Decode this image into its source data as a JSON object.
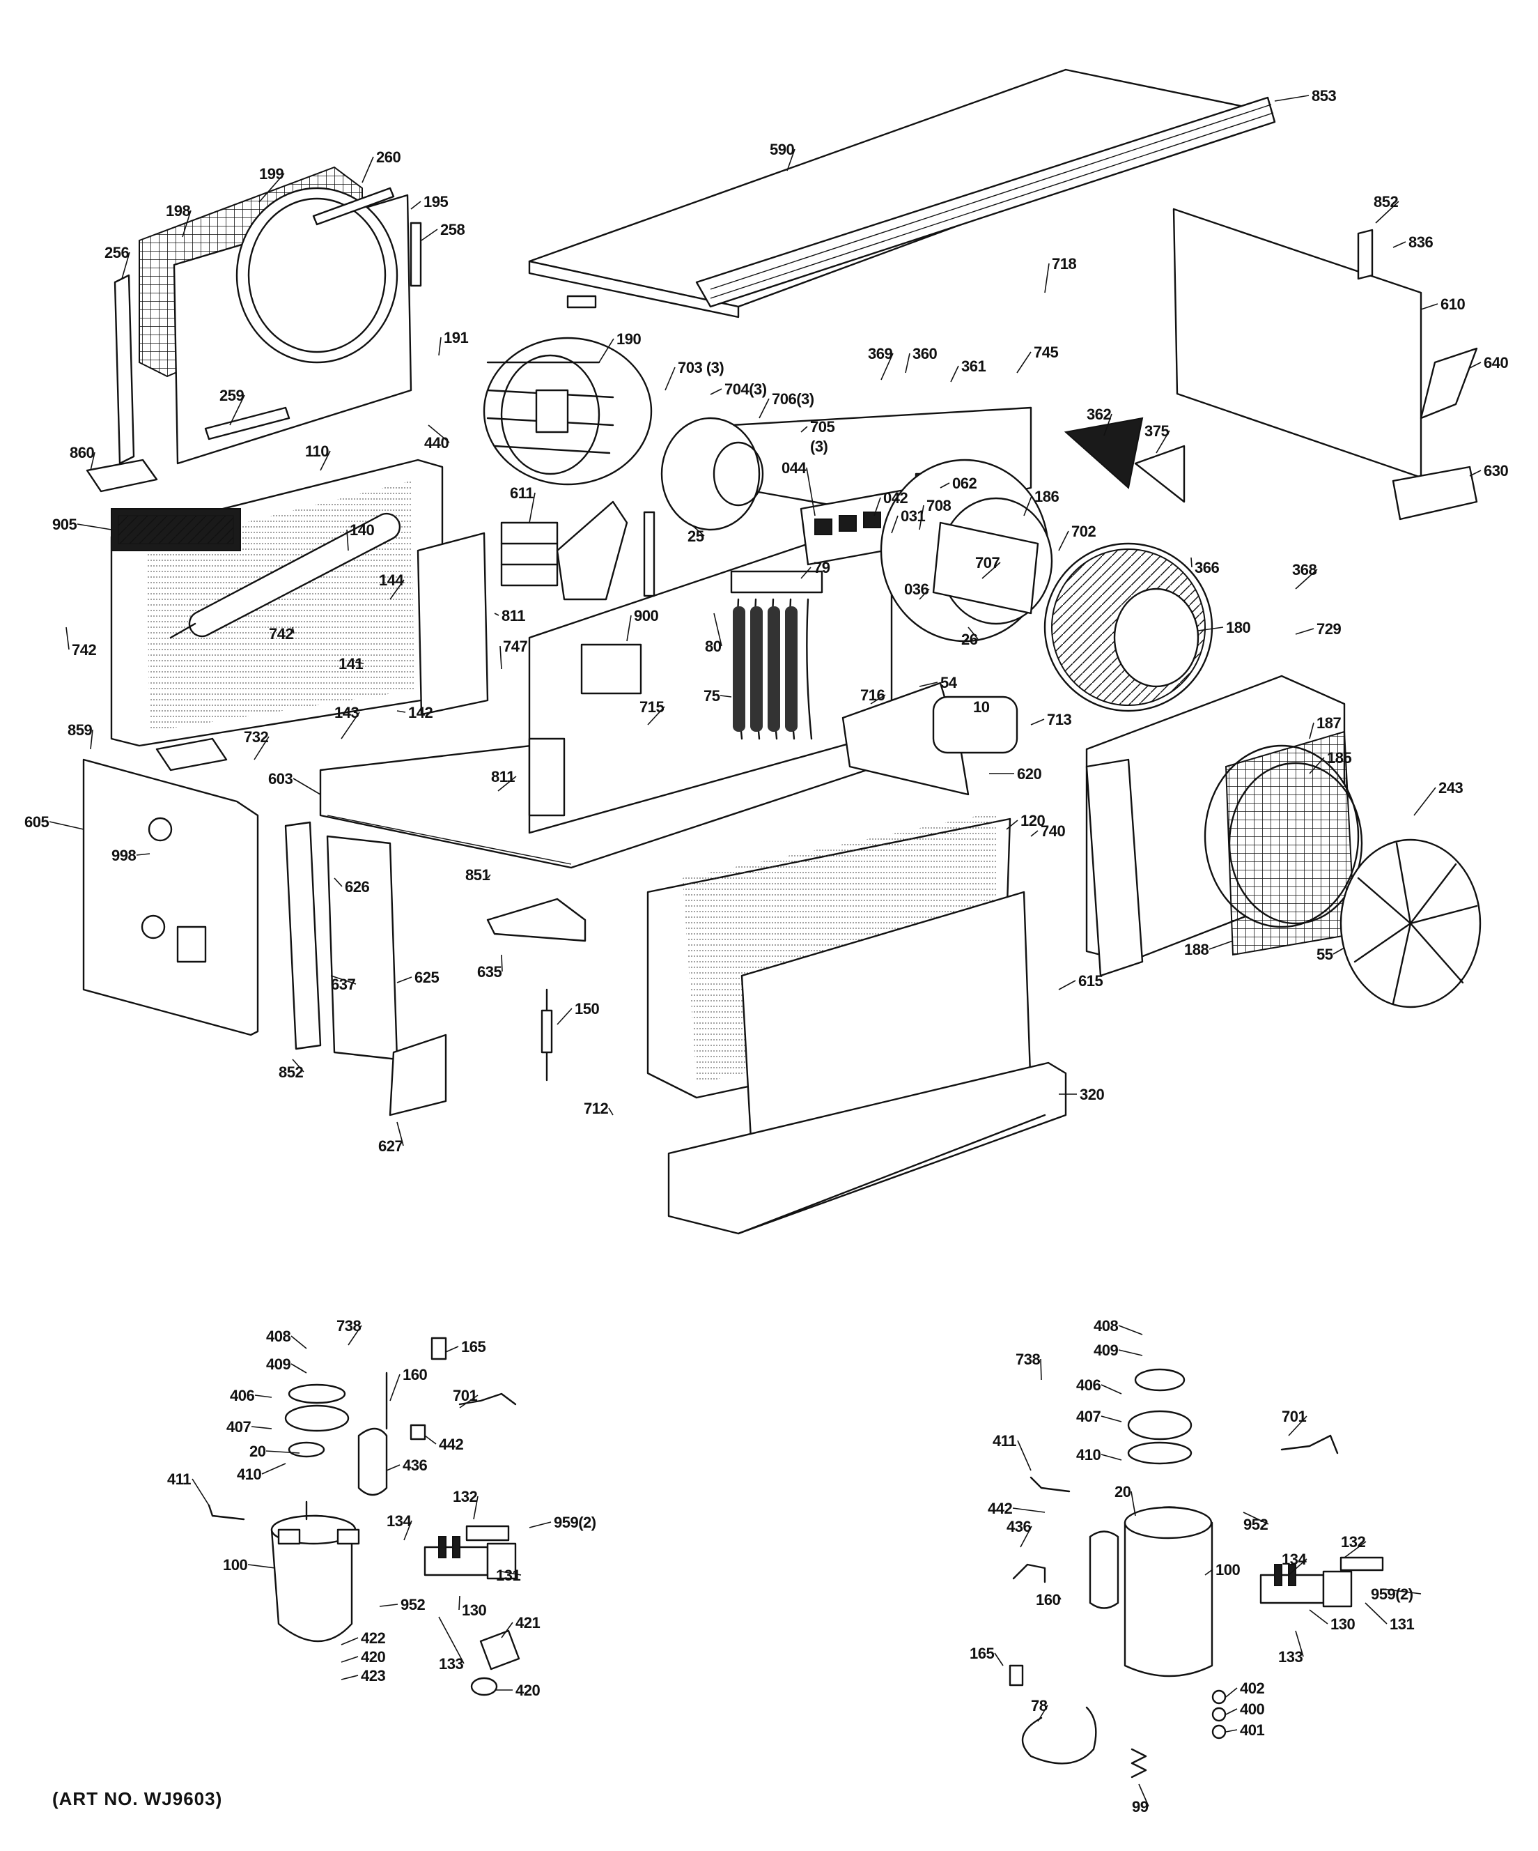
{
  "diagram": {
    "art_number_label": "(ART NO. WJ9603)",
    "part_labels": {
      "p853": "853",
      "p590": "590",
      "p260": "260",
      "p199": "199",
      "p195": "195",
      "p198": "198",
      "p258": "258",
      "p256": "256",
      "p191": "191",
      "p190": "190",
      "p703": "703 (3)",
      "p704": "704(3)",
      "p706": "706(3)",
      "p705a": "705",
      "p705b": "(3)",
      "p369": "369",
      "p360": "360",
      "p361": "361",
      "p745": "745",
      "p718": "718",
      "p852a": "852",
      "p836": "836",
      "p610": "610",
      "p640": "640",
      "p630": "630",
      "p259": "259",
      "p440": "440",
      "p362": "362",
      "p375": "375",
      "p860": "860",
      "p110": "110",
      "p905": "905",
      "p140": "140",
      "p611": "611",
      "p25": "25",
      "p044": "044",
      "p042": "042",
      "p031": "031",
      "p062": "062",
      "p708": "708",
      "p186": "186",
      "p702": "702",
      "p707": "707",
      "p366": "366",
      "p036": "036",
      "p79": "79",
      "p144": "144",
      "p742a": "742",
      "p742b": "742",
      "p811a": "811",
      "p141": "141",
      "p747": "747",
      "p900": "900",
      "p80": "80",
      "p26": "26",
      "p180": "180",
      "p368": "368",
      "p729": "729",
      "p54": "54",
      "p10": "10",
      "p75": "75",
      "p142": "142",
      "p143": "143",
      "p715": "715",
      "p716": "716",
      "p713": "713",
      "p187": "187",
      "p859": "859",
      "p732": "732",
      "p185": "185",
      "p243": "243",
      "p603": "603",
      "p811b": "811",
      "p620": "620",
      "p605": "605",
      "p120": "120",
      "p740": "740",
      "p998": "998",
      "p851": "851",
      "p626": "626",
      "p188": "188",
      "p55": "55",
      "p635": "635",
      "p615": "615",
      "p637": "637",
      "p625": "625",
      "p150": "150",
      "p852b": "852",
      "p320": "320",
      "p712": "712",
      "p627": "627",
      "L408": "408",
      "L738": "738",
      "L165": "165",
      "L409": "409",
      "L160": "160",
      "L406": "406",
      "L701": "701",
      "L407": "407",
      "L442": "442",
      "L20": "20",
      "L436": "436",
      "L410": "410",
      "L411": "411",
      "L132": "132",
      "L959": "959(2)",
      "L134": "134",
      "L100": "100",
      "L131": "131",
      "L130": "130",
      "L952": "952",
      "L422": "422",
      "L420a": "420",
      "L423": "423",
      "L133": "133",
      "L421": "421",
      "L420b": "420",
      "R408": "408",
      "R409": "409",
      "R738": "738",
      "R406": "406",
      "R407": "407",
      "R701": "701",
      "R411": "411",
      "R410": "410",
      "R20": "20",
      "R952": "952",
      "R442": "442",
      "R436": "436",
      "R132": "132",
      "R134": "134",
      "R100": "100",
      "R959": "959(2)",
      "R160": "160",
      "R130": "130",
      "R131": "131",
      "R133": "133",
      "R165": "165",
      "R402": "402",
      "R400": "400",
      "R401": "401",
      "R78": "78",
      "R99": "99"
    }
  }
}
